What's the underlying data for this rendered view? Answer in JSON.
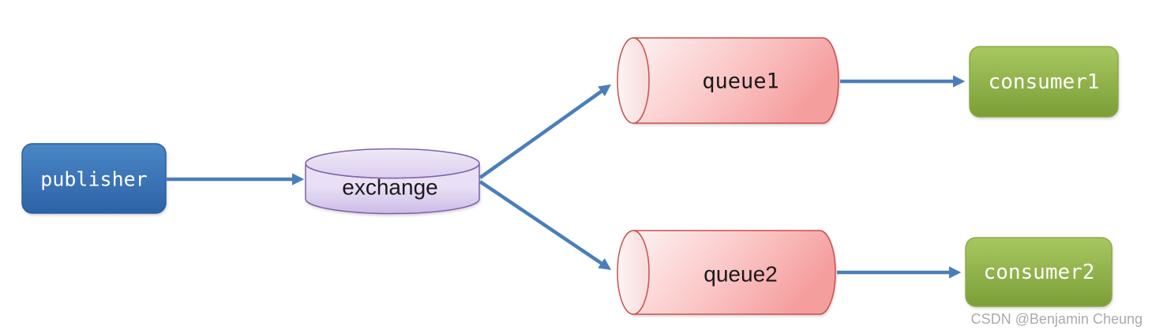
{
  "diagram": {
    "nodes": {
      "publisher": {
        "label": "publisher",
        "shape": "rounded-rect"
      },
      "exchange": {
        "label": "exchange",
        "shape": "cylinder-vertical"
      },
      "queue1": {
        "label": "queue1",
        "shape": "cylinder-horizontal"
      },
      "queue2": {
        "label": "queue2",
        "shape": "cylinder-horizontal"
      },
      "consumer1": {
        "label": "consumer1",
        "shape": "rounded-rect"
      },
      "consumer2": {
        "label": "consumer2",
        "shape": "rounded-rect"
      }
    },
    "edges": [
      {
        "from": "publisher",
        "to": "exchange"
      },
      {
        "from": "exchange",
        "to": "queue1"
      },
      {
        "from": "exchange",
        "to": "queue2"
      },
      {
        "from": "queue1",
        "to": "consumer1"
      },
      {
        "from": "queue2",
        "to": "consumer2"
      }
    ],
    "watermark": "CSDN @Benjamin Cheung"
  },
  "colors": {
    "publisher_top": "#4a87c6",
    "publisher_bottom": "#2d62a7",
    "publisher_border": "#2c5fa0",
    "exchange_top_light": "#efe9f8",
    "exchange_top_dark": "#dccfee",
    "exchange_body_light": "#e9e0f6",
    "exchange_body_dark": "#cbbce5",
    "exchange_border": "#7e63a9",
    "queue_light": "#fdf2f2",
    "queue_mid": "#fbc6c6",
    "queue_dark": "#f59e9e",
    "queue_cap_light": "#fdf4f4",
    "queue_cap_dark": "#f9dada",
    "queue_border": "#c9504e",
    "consumer_top": "#a8c761",
    "consumer_bottom": "#7b9e37",
    "consumer_border": "#8cab43",
    "arrow": "#4a7ebb",
    "node_text_light": "#ffffff",
    "node_text_dark": "#1a1a1a",
    "watermark": "#ababab"
  }
}
